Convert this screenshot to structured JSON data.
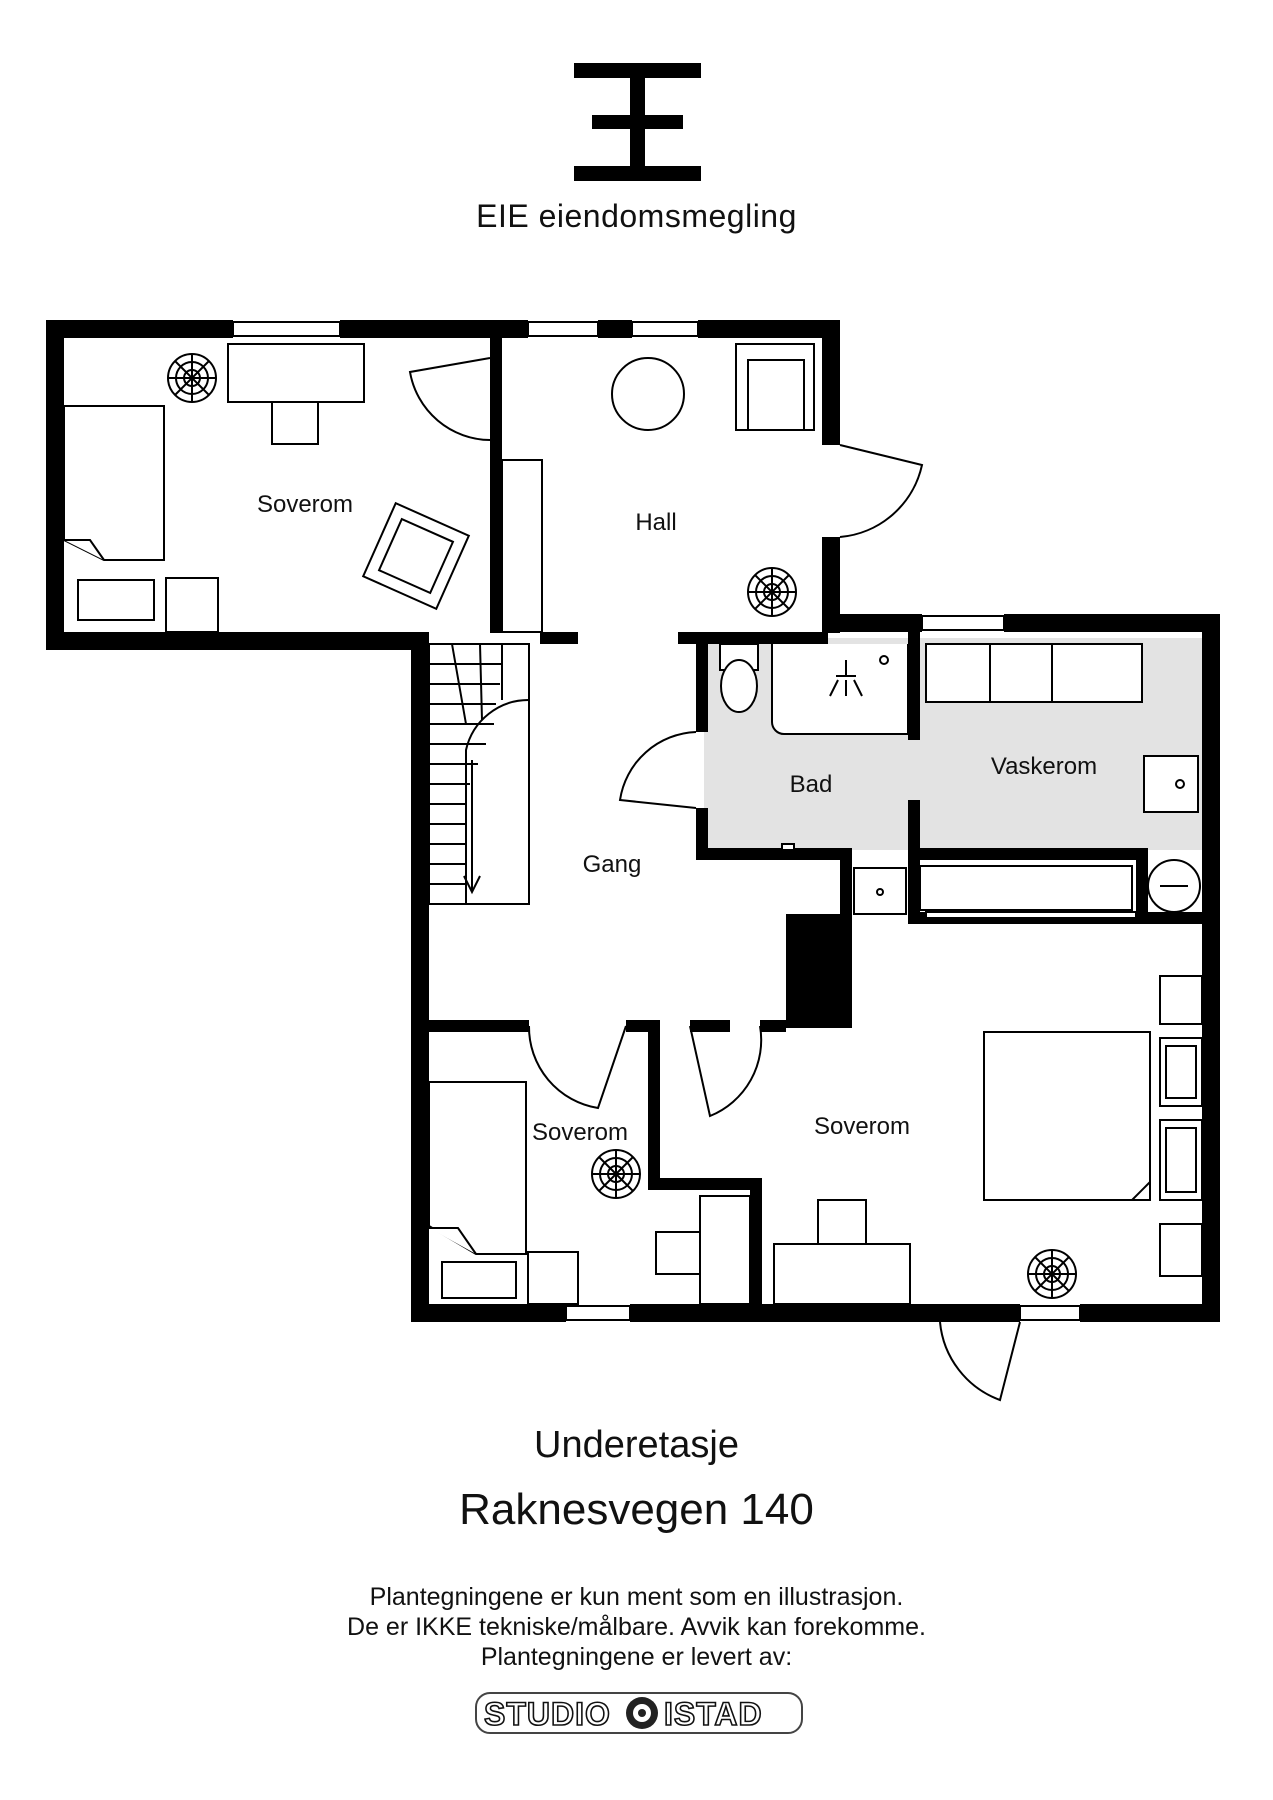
{
  "brand": {
    "name": "EIE eiendomsmegling"
  },
  "rooms": [
    {
      "label": "Soverom"
    },
    {
      "label": "Hall"
    },
    {
      "label": "Bad"
    },
    {
      "label": "Vaskerom"
    },
    {
      "label": "Gang"
    },
    {
      "label": "Soverom"
    },
    {
      "label": "Soverom"
    }
  ],
  "floor_name": "Underetasje",
  "address": "Raknesvegen 140",
  "disclaimer": {
    "line1": "Plantegningene er kun ment som en illustrasjon.",
    "line2": "De er IKKE tekniske/målbare. Avvik kan forekomme.",
    "line3": "Plantegningene er levert av:"
  },
  "studio_logo": {
    "left_text": "STUDIO",
    "right_text": "ISTAD"
  },
  "colors": {
    "wall": "#000000",
    "wet_room_fill": "#e3e3e3",
    "background": "#ffffff"
  }
}
